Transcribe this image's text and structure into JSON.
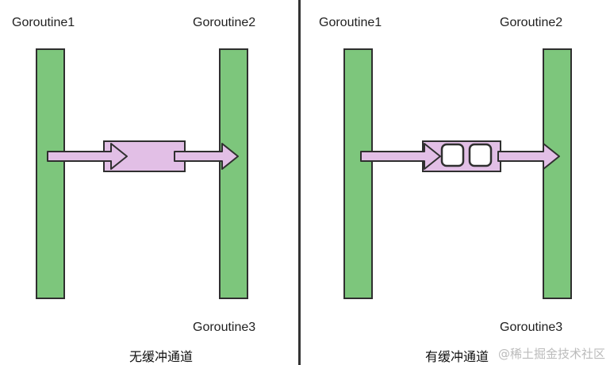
{
  "left_panel": {
    "goroutine_1": "Goroutine1",
    "goroutine_2": "Goroutine2",
    "goroutine_3": "Goroutine3",
    "caption": "无缓冲通道"
  },
  "right_panel": {
    "goroutine_1": "Goroutine1",
    "goroutine_2": "Goroutine2",
    "goroutine_3": "Goroutine3",
    "caption": "有缓冲通道",
    "buffer_slots": 2
  },
  "watermark": "@稀土掘金技术社区",
  "colors": {
    "bar_fill": "#7dc67c",
    "bar_stroke": "#2f2f2f",
    "channel_fill": "#e2bfe6",
    "arrow_fill": "#e2bfe6",
    "slot_fill": "#ffffff"
  }
}
